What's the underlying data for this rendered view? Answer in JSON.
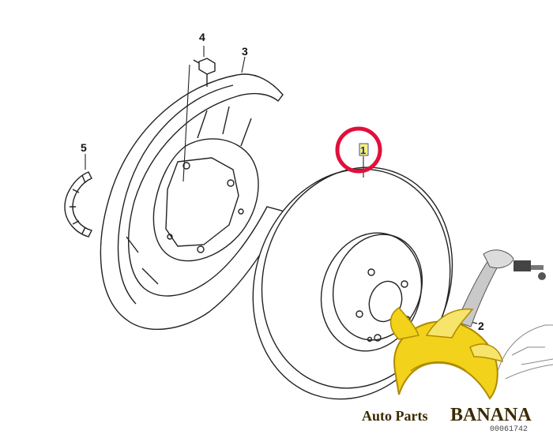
{
  "diagram": {
    "callouts": {
      "part_1": "1",
      "part_2": "2",
      "part_3": "3",
      "part_4": "4",
      "part_5": "5"
    },
    "highlight_color": "#e0103a",
    "highlight_label_color": "#1a2a8a",
    "highlight_label_bg": "#f6f27a",
    "line_color": "#222222"
  },
  "watermark": {
    "brand_prefix": "Auto Parts",
    "brand_name": "BANANA",
    "brand_color": "#3a2a00",
    "banana_yellow": "#f2d21a",
    "banana_dark": "#b08a00"
  },
  "reference_number": "00061742"
}
